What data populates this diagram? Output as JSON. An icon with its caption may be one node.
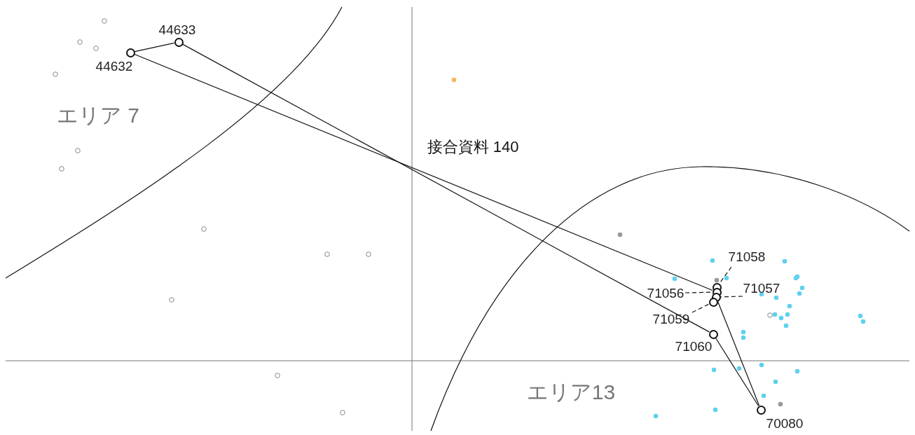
{
  "diagram": {
    "nodes": [
      {
        "text": [
          "44633"
        ]
      },
      {
        "text": [
          "44632"
        ]
      },
      {
        "text": [
          "71058"
        ]
      },
      {
        "text": [],
        "shape": "circle"
      },
      {
        "text": [
          "71056"
        ]
      },
      {
        "text": [],
        "shape": "circle"
      },
      {
        "text": [
          "71057"
        ]
      },
      {
        "text": [],
        "shape": "circle"
      },
      {
        "text": [
          "71059"
        ]
      },
      {
        "text": [],
        "shape": "circle"
      },
      {
        "text": [
          "71060"
        ]
      },
      {
        "text": [
          "70080"
        ]
      }
    ],
    "edges": [
      {
        "from": 1,
        "to": 0,
        "arrow": "none"
      },
      {
        "from": 0,
        "to": 10,
        "arrow": "none"
      },
      {
        "from": 1,
        "to": 5,
        "arrow": "none"
      },
      {
        "from": 7,
        "to": 11,
        "arrow": "none"
      },
      {
        "from": 10,
        "to": 11,
        "arrow": "none"
      },
      {
        "from": 2,
        "to": 3,
        "arrow": "none",
        "style": "dashed"
      },
      {
        "from": 4,
        "to": 5,
        "arrow": "none",
        "style": "dashed"
      },
      {
        "from": 6,
        "to": 7,
        "arrow": "none",
        "style": "dashed"
      },
      {
        "from": 8,
        "to": 9,
        "arrow": "none",
        "style": "dashed"
      }
    ],
    "labels": [
      "エリア 7",
      "接合資料 140",
      "エリア13"
    ]
  }
}
